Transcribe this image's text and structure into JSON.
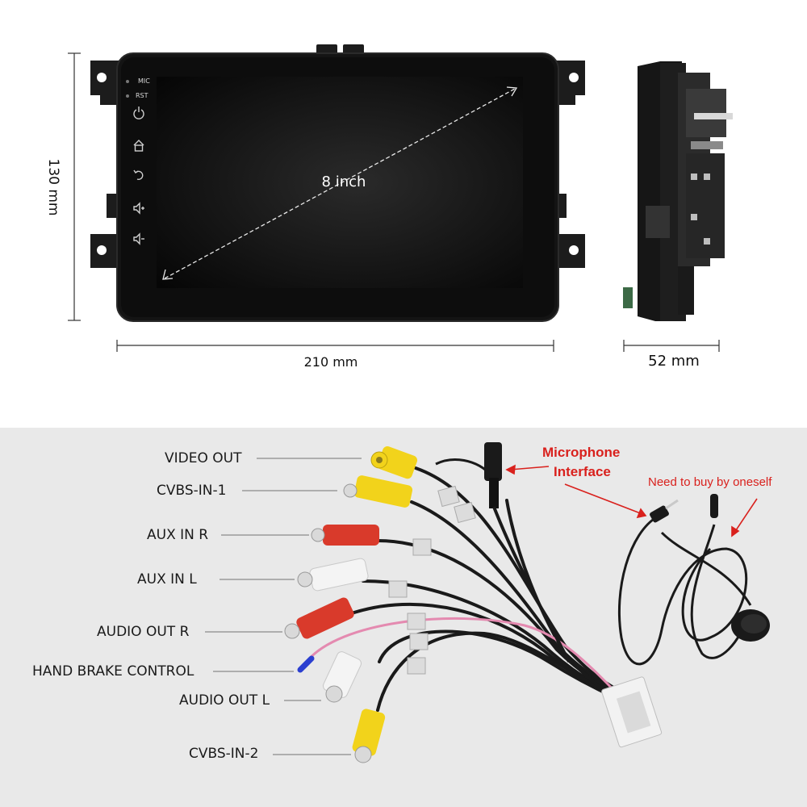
{
  "dimensions": {
    "height": "130 mm",
    "width": "210 mm",
    "depth": "52 mm",
    "diagonal": "8 inch"
  },
  "device": {
    "mic_label": "MIC",
    "rst_label": "RST",
    "icons": [
      "power-icon",
      "home-icon",
      "back-icon",
      "volume-up-icon",
      "volume-down-icon"
    ]
  },
  "cables": {
    "labels": [
      "VIDEO OUT",
      "CVBS-IN-1",
      "AUX IN R",
      "AUX IN L",
      "AUDIO OUT R",
      "HAND BRAKE CONTROL",
      "AUDIO OUT L",
      "CVBS-IN-2"
    ],
    "microphone_line1": "Microphone",
    "microphone_line2": "Interface",
    "need_to_buy": "Need to buy by oneself"
  },
  "colors": {
    "rca_yellow": "#f2d31b",
    "rca_red": "#d93a2b",
    "rca_white": "#f4f4f4",
    "callout_red": "#d9211d"
  }
}
